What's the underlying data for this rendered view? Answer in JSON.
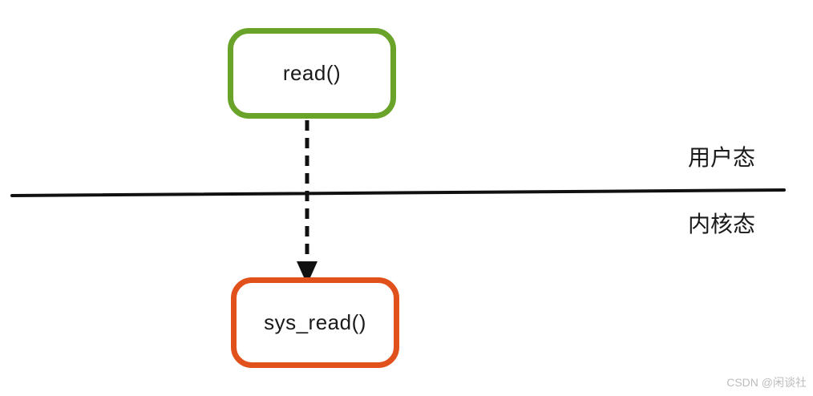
{
  "diagram": {
    "background": "#ffffff",
    "nodes": [
      {
        "id": "read",
        "label": "read()",
        "border_color": "#6aa32a",
        "side": "user"
      },
      {
        "id": "sys_read",
        "label": "sys_read()",
        "border_color": "#e1511c",
        "side": "kernel"
      }
    ],
    "boundary": {
      "upper_label": "用户态",
      "lower_label": "内核态",
      "line_color": "#111111"
    },
    "arrow": {
      "style": "dashed",
      "color": "#111111",
      "from": "read",
      "to": "sys_read"
    },
    "text_color": "#1a1a1a",
    "watermark": {
      "text": "CSDN @闲谈社",
      "color": "#bcbcbc"
    }
  }
}
